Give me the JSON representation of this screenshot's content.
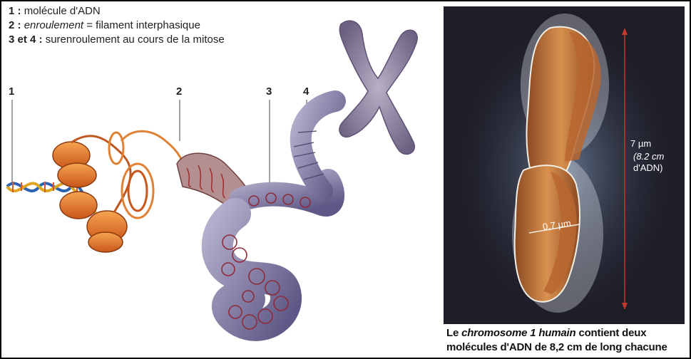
{
  "legend": {
    "line1_num": "1 :",
    "line1_text": "molécule d'ADN",
    "line2_num": "2 :",
    "line2_em": "enroulement",
    "line2_text": "= filament interphasique",
    "line3_num": "3 et 4 :",
    "line3_text": "surenroulement au cours de la mitose"
  },
  "stages": [
    "1",
    "2",
    "3",
    "4"
  ],
  "photo": {
    "height_label": "7 µm",
    "height_sub1": "(8.2 cm",
    "height_sub2": "d'ADN)",
    "width_label": "0,7 µm"
  },
  "caption": {
    "part1": "Le",
    "chromosome_word": "chromosome 1 humain",
    "part2": "contient deux",
    "line2": "molécules d'ADN de 8,2 cm de long chacune"
  },
  "colors": {
    "dna_orange": "#e3782a",
    "coil_purple": "#8d86b0",
    "chromosome_grey": "#8c7f9e",
    "photo_bg": "#1d1d28",
    "photo_chromosome": "#c9773a",
    "measure_line": "#c0392b"
  }
}
